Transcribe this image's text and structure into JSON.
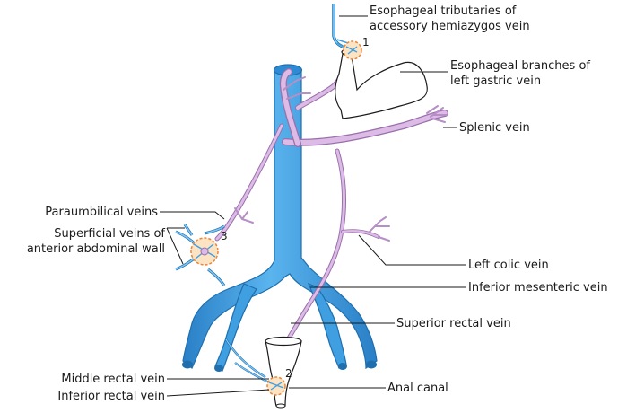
{
  "labels": {
    "esophageal_tributaries": [
      "Esophageal tributaries of",
      "accessory hemiazygos vein"
    ],
    "esophageal_branches": [
      "Esophageal branches of",
      "left gastric vein"
    ],
    "splenic_vein": "Splenic vein",
    "paraumbilical_veins": "Paraumbilical veins",
    "superficial_veins": [
      "Superficial veins of",
      "anterior abdominal wall"
    ],
    "left_colic_vein": "Left colic vein",
    "inferior_mesenteric_vein": "Inferior mesenteric vein",
    "superior_rectal_vein": "Superior rectal vein",
    "middle_rectal_vein": "Middle rectal vein",
    "inferior_rectal_vein": "Inferior rectal vein",
    "anal_canal": "Anal canal"
  },
  "site_numbers": {
    "site1": "1",
    "site2": "2",
    "site3": "3"
  },
  "colors": {
    "systemic_vein": "#3f9fe0",
    "systemic_vein_dark": "#1f6fae",
    "portal_vein": "#d9b6e2",
    "portal_vein_outline": "#9a6fab",
    "anastomosis_fill": "#fbe3c3",
    "anastomosis_ring": "#e8863a",
    "outline": "#1a1a1a"
  }
}
